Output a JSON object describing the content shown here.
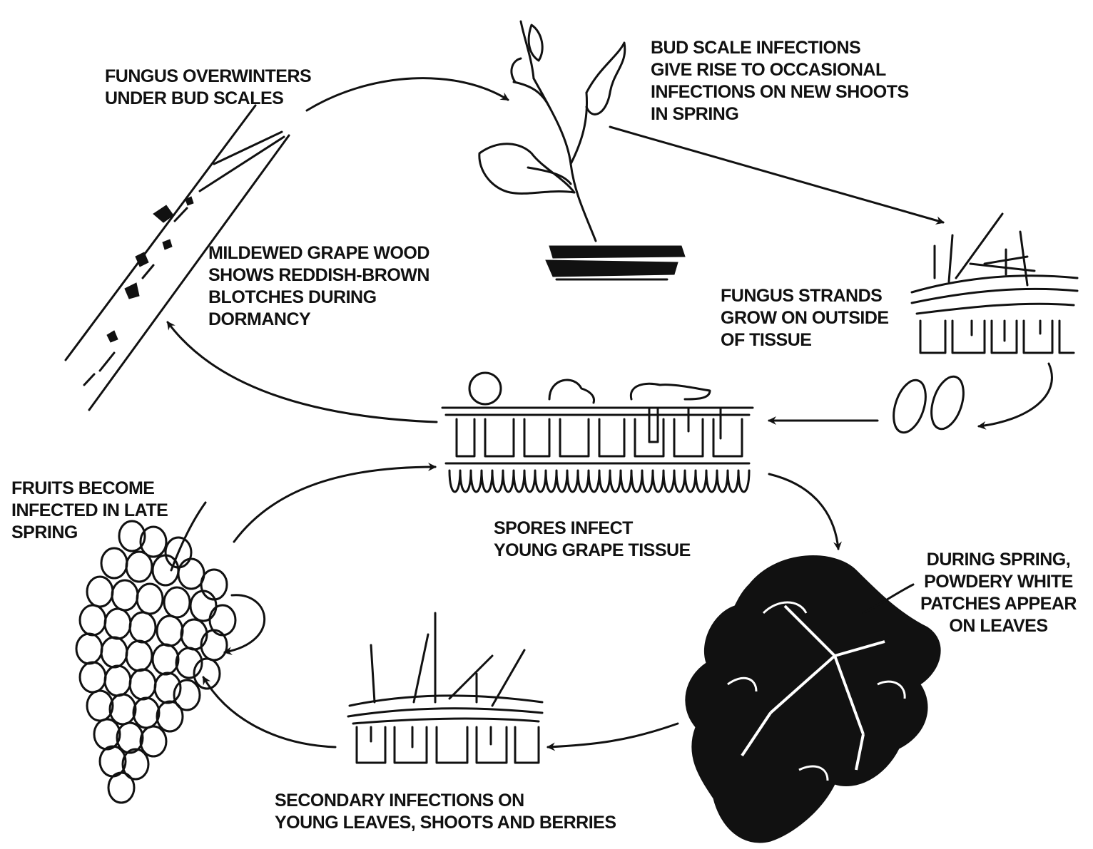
{
  "title": "",
  "labels": {
    "overwinter": [
      "FUNGUS OVERWINTERS",
      "UNDER BUD SCALES"
    ],
    "bud_scale": [
      "BUD SCALE INFECTIONS",
      "GIVE RISE TO OCCASIONAL",
      "INFECTIONS ON NEW SHOOTS",
      "IN SPRING"
    ],
    "mildewed_wood": [
      "MILDEWED GRAPE WOOD",
      "SHOWS REDDISH-BROWN",
      "BLOTCHES DURING",
      "DORMANCY"
    ],
    "strands": [
      "FUNGUS STRANDS",
      "GROW ON OUTSIDE",
      "OF TISSUE"
    ],
    "spores": [
      "SPORES INFECT",
      "YOUNG GRAPE TISSUE"
    ],
    "fruits": [
      "FRUITS BECOME",
      "INFECTED IN LATE",
      "SPRING"
    ],
    "powdery": [
      "DURING SPRING,",
      "POWDERY WHITE",
      "PATCHES APPEAR",
      "ON LEAVES"
    ],
    "secondary": [
      "SECONDARY INFECTIONS ON",
      "YOUNG LEAVES, SHOOTS AND BERRIES"
    ]
  },
  "colors": {
    "ink": "#111111",
    "background": "#ffffff"
  }
}
